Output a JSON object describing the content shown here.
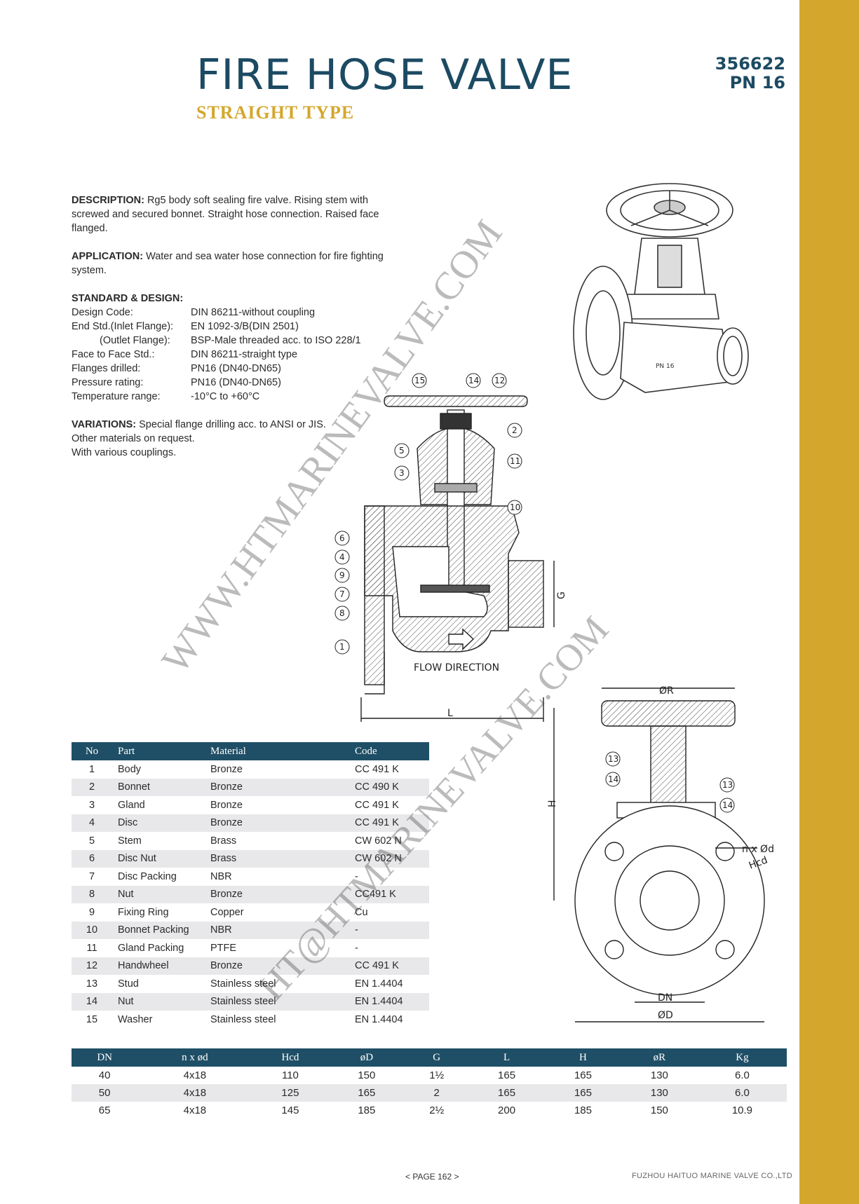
{
  "colors": {
    "navy": "#1c4a63",
    "gold": "#d4a72c",
    "header_bg": "#1f4f66",
    "row_alt": "#e8e8ea"
  },
  "header": {
    "title": "FIRE HOSE VALVE",
    "subtitle": "STRAIGHT TYPE",
    "code": "356622",
    "pressure": "PN 16"
  },
  "description": {
    "label": "DESCRIPTION:",
    "text": "Rg5 body soft sealing fire valve. Rising stem with screwed and secured bonnet. Straight hose connection. Raised face flanged."
  },
  "application": {
    "label": "APPLICATION:",
    "text": "Water and sea water hose connection for fire fighting system."
  },
  "standard": {
    "label": "STANDARD & DESIGN:",
    "rows": [
      {
        "label": "Design Code:",
        "value": "DIN 86211-without coupling"
      },
      {
        "label": "End Std.(Inlet Flange):",
        "value": "EN 1092-3/B(DIN 2501)"
      },
      {
        "label": "(Outlet Flange):",
        "value": "BSP-Male threaded acc. to ISO 228/1"
      },
      {
        "label": "Face to Face Std.:",
        "value": "DIN 86211-straight type"
      },
      {
        "label": "Flanges drilled:",
        "value": "PN16 (DN40-DN65)"
      },
      {
        "label": "Pressure rating:",
        "value": "PN16 (DN40-DN65)"
      },
      {
        "label": "Temperature range:",
        "value": "-10°C to +60°C"
      }
    ]
  },
  "variations": {
    "label": "VARIATIONS:",
    "line1": "Special flange drilling acc. to ANSI or JIS.",
    "line2": "Other materials on request.",
    "line3": "With various couplings."
  },
  "parts_table": {
    "headers": [
      "No",
      "Part",
      "Material",
      "Code"
    ],
    "rows": [
      [
        "1",
        "Body",
        "Bronze",
        "CC 491 K"
      ],
      [
        "2",
        "Bonnet",
        "Bronze",
        "CC 490 K"
      ],
      [
        "3",
        "Gland",
        "Bronze",
        "CC 491 K"
      ],
      [
        "4",
        "Disc",
        "Bronze",
        "CC 491 K"
      ],
      [
        "5",
        "Stem",
        "Brass",
        "CW 602 N"
      ],
      [
        "6",
        "Disc Nut",
        "Brass",
        "CW 602 N"
      ],
      [
        "7",
        "Disc Packing",
        "NBR",
        "-"
      ],
      [
        "8",
        "Nut",
        "Bronze",
        "CC491 K"
      ],
      [
        "9",
        "Fixing Ring",
        "Copper",
        "Cu"
      ],
      [
        "10",
        "Bonnet Packing",
        "NBR",
        "-"
      ],
      [
        "11",
        "Gland Packing",
        "PTFE",
        "-"
      ],
      [
        "12",
        "Handwheel",
        "Bronze",
        "CC 491 K"
      ],
      [
        "13",
        "Stud",
        "Stainless steel",
        "EN 1.4404"
      ],
      [
        "14",
        "Nut",
        "Stainless steel",
        "EN 1.4404"
      ],
      [
        "15",
        "Washer",
        "Stainless steel",
        "EN 1.4404"
      ]
    ]
  },
  "dims_table": {
    "headers": [
      "DN",
      "n x ød",
      "Hcd",
      "øD",
      "G",
      "L",
      "H",
      "øR",
      "Kg"
    ],
    "rows": [
      [
        "40",
        "4x18",
        "110",
        "150",
        "1½",
        "165",
        "165",
        "130",
        "6.0"
      ],
      [
        "50",
        "4x18",
        "125",
        "165",
        "2",
        "165",
        "165",
        "130",
        "6.0"
      ],
      [
        "65",
        "4x18",
        "145",
        "185",
        "2½",
        "200",
        "185",
        "150",
        "10.9"
      ]
    ]
  },
  "drawing": {
    "callouts": [
      "15",
      "14",
      "12",
      "2",
      "5",
      "3",
      "11",
      "10",
      "6",
      "4",
      "9",
      "7",
      "8",
      "1"
    ],
    "callouts_front": [
      "13",
      "14",
      "13",
      "14"
    ],
    "flow_label": "FLOW DIRECTION",
    "dim_g": "G",
    "dim_l": "L",
    "dim_r": "ØR",
    "dim_h": "H",
    "dim_nxd": "n x Ød",
    "dim_hcd": "Hcd",
    "dim_dn": "DN",
    "dim_d": "ØD",
    "body_mark": "PN 16"
  },
  "watermark": {
    "url": "WWW.HTMARINEVALVE.COM",
    "email": "HT@HTMARINEVALVE.COM"
  },
  "footer": {
    "page": "< PAGE  162 >",
    "company": "FUZHOU HAITUO MARINE VALVE CO.,LTD"
  }
}
